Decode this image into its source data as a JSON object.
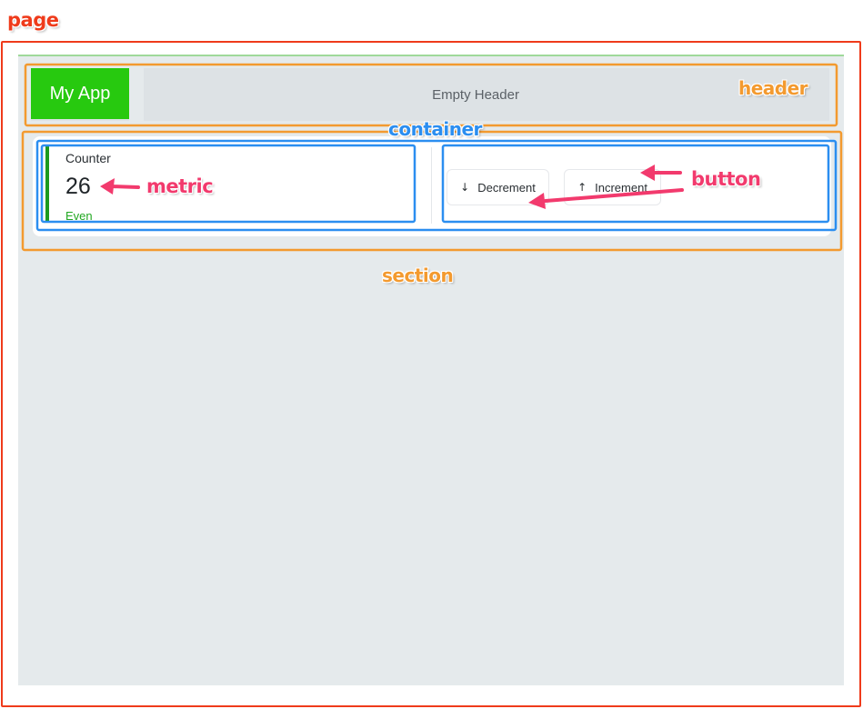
{
  "annotations": {
    "page_label": "page",
    "header_label": "header",
    "container_label": "container",
    "section_label": "section",
    "metric_label": "metric",
    "button_label": "button",
    "colors": {
      "page": "#ef3b1b",
      "header_section": "#f39a2f",
      "container": "#2b8ef0",
      "arrow": "#f23a6d"
    }
  },
  "app": {
    "logo_text": "My App",
    "header_title": "Empty Header",
    "brand_color": "#27c90f"
  },
  "metric": {
    "label": "Counter",
    "value": "26",
    "delta": "Even",
    "delta_color": "#22a822"
  },
  "buttons": {
    "decrement": {
      "label": "Decrement",
      "icon": "arrow-down-icon"
    },
    "increment": {
      "label": "Increment",
      "icon": "arrow-up-icon"
    }
  }
}
